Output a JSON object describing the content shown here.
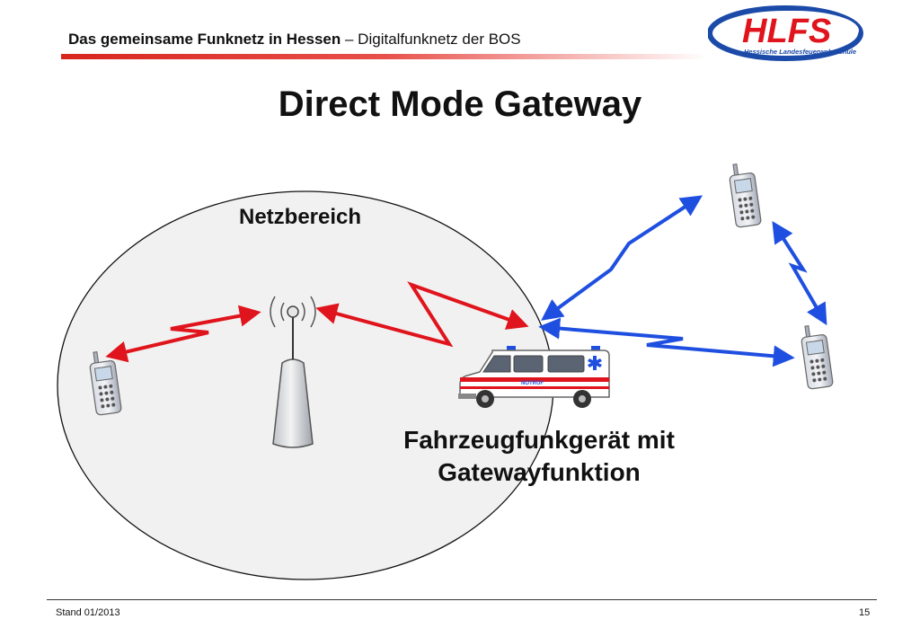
{
  "header": {
    "title_bold": "Das gemeinsame Funknetz in Hessen",
    "title_rest": " – Digitalfunknetz der BOS",
    "logo_text": "HLFS",
    "logo_subtitle": "Hessische Landesfeuerwehrschule"
  },
  "slide": {
    "title": "Direct Mode Gateway"
  },
  "diagram": {
    "zone_label": "Netzbereich",
    "vehicle_label_line1": "Fahrzeugfunkgerät mit",
    "vehicle_label_line2": "Gatewayfunktion",
    "vehicle_side_text": "NOTRUF"
  },
  "footer": {
    "left": "Stand 01/2013",
    "page_number": "15"
  },
  "colors": {
    "network_link": "#e0141c",
    "direct_mode_link": "#1f4fe0",
    "header_bar": "#d7261e",
    "logo_blue": "#1b4aa8",
    "logo_red": "#e0141c"
  }
}
